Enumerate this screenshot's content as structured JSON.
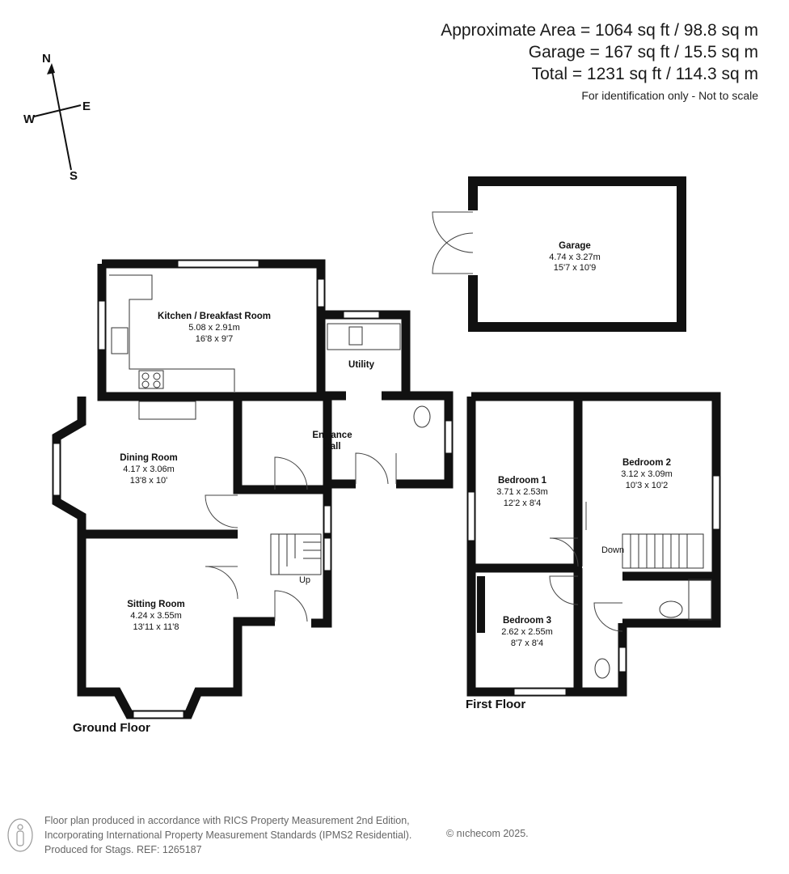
{
  "header": {
    "area_line": "Approximate Area = 1064 sq ft / 98.8 sq m",
    "garage_line": "Garage = 167 sq ft / 15.5 sq m",
    "total_line": "Total = 1231 sq ft / 114.3 sq m",
    "note": "For identification only - Not to scale"
  },
  "compass": {
    "n": "N",
    "e": "E",
    "s": "S",
    "w": "W"
  },
  "rooms": {
    "garage": {
      "name": "Garage",
      "metric": "4.74 x 3.27m",
      "imperial": "15'7 x 10'9"
    },
    "kitchen": {
      "name": "Kitchen / Breakfast Room",
      "metric": "5.08 x 2.91m",
      "imperial": "16'8 x 9'7"
    },
    "utility": {
      "name": "Utility"
    },
    "entrance_hall": {
      "line1": "Entrance",
      "line2": "Hall"
    },
    "dining": {
      "name": "Dining Room",
      "metric": "4.17 x 3.06m",
      "imperial": "13'8 x 10'"
    },
    "sitting": {
      "name": "Sitting Room",
      "metric": "4.24 x 3.55m",
      "imperial": "13'11 x 11'8"
    },
    "bedroom1": {
      "name": "Bedroom 1",
      "metric": "3.71 x 2.53m",
      "imperial": "12'2 x 8'4"
    },
    "bedroom2": {
      "name": "Bedroom 2",
      "metric": "3.12 x 3.09m",
      "imperial": "10'3 x 10'2"
    },
    "bedroom3": {
      "name": "Bedroom 3",
      "metric": "2.62 x 2.55m",
      "imperial": "8'7 x 8'4"
    }
  },
  "stairs": {
    "up": "Up",
    "down": "Down"
  },
  "floors": {
    "ground": "Ground Floor",
    "first": "First Floor"
  },
  "footer": {
    "line1": "Floor plan produced in accordance with RICS Property Measurement 2nd Edition,",
    "line2": "Incorporating International Property Measurement Standards (IPMS2 Residential).",
    "line3": "Produced for Stags.   REF: 1265187",
    "logo": "© nıchecom 2025."
  }
}
